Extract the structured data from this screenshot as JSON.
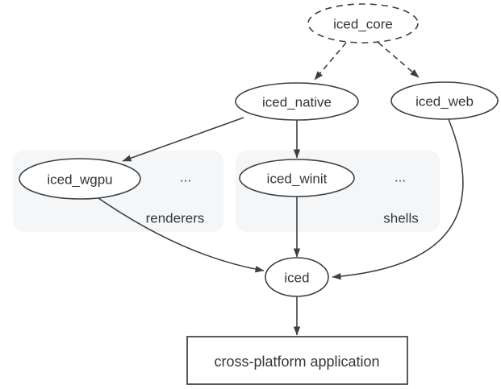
{
  "diagram": {
    "description": "iced crate ecosystem dependency graph",
    "nodes": {
      "iced_core": "iced_core",
      "iced_native": "iced_native",
      "iced_web": "iced_web",
      "iced_wgpu": "iced_wgpu",
      "iced_winit": "iced_winit",
      "iced": "iced",
      "app": "cross-platform application"
    },
    "groups": {
      "renderers": {
        "label": "renderers",
        "ellipsis": "..."
      },
      "shells": {
        "label": "shells",
        "ellipsis": "..."
      }
    },
    "edges": [
      {
        "from": "iced_core",
        "to": "iced_native",
        "style": "dashed"
      },
      {
        "from": "iced_core",
        "to": "iced_web",
        "style": "dashed"
      },
      {
        "from": "iced_native",
        "to": "iced_wgpu",
        "style": "solid"
      },
      {
        "from": "iced_native",
        "to": "iced_winit",
        "style": "solid"
      },
      {
        "from": "iced_wgpu",
        "to": "iced",
        "style": "solid-curve"
      },
      {
        "from": "iced_winit",
        "to": "iced",
        "style": "solid"
      },
      {
        "from": "iced_web",
        "to": "iced",
        "style": "solid-curve"
      },
      {
        "from": "iced",
        "to": "app",
        "style": "solid"
      }
    ],
    "colors": {
      "stroke": "#3c4043",
      "text": "#333639",
      "group_fill": "#f5f6f8",
      "group_label": "#1a73e8",
      "background": "#ffffff"
    }
  }
}
